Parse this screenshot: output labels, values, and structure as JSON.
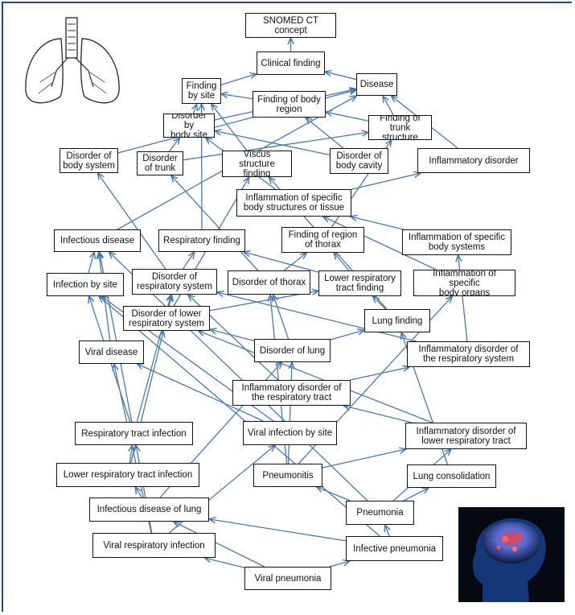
{
  "diagram": {
    "nodes": [
      {
        "id": "snomed",
        "label": "SNOMED CT concept"
      },
      {
        "id": "clinical",
        "label": "Clinical finding"
      },
      {
        "id": "disease",
        "label": "Disease"
      },
      {
        "id": "finding_site",
        "label": "Finding\nby site"
      },
      {
        "id": "finding_body_region",
        "label": "Finding of body\nregion"
      },
      {
        "id": "finding_trunk",
        "label": "Finding of trunk\nstructure"
      },
      {
        "id": "disorder_body_site",
        "label": "Disorder by\nbody site"
      },
      {
        "id": "disorder_body_system",
        "label": "Disorder of\nbody system"
      },
      {
        "id": "disorder_trunk",
        "label": "Disorder\nof trunk"
      },
      {
        "id": "viscus",
        "label": "Viscus structure\nfinding"
      },
      {
        "id": "disorder_body_cavity",
        "label": "Disorder of\nbody cavity"
      },
      {
        "id": "inflammatory_disorder",
        "label": "Inflammatory disorder"
      },
      {
        "id": "inflammation_tissue",
        "label": "Inflammation of  specific\nbody structures or tissue"
      },
      {
        "id": "infectious",
        "label": "Infectious disease"
      },
      {
        "id": "resp_finding",
        "label": "Respiratory finding"
      },
      {
        "id": "finding_thorax",
        "label": "Finding of region\nof thorax"
      },
      {
        "id": "inflammation_systems",
        "label": "Inflammation of  specific\nbody systems"
      },
      {
        "id": "infection_site",
        "label": "Infection by site"
      },
      {
        "id": "disorder_resp_system",
        "label": "Disorder of\nrespiratory system"
      },
      {
        "id": "disorder_thorax",
        "label": "Disorder of thorax"
      },
      {
        "id": "lower_resp_finding",
        "label": "Lower respiratory\ntract finding"
      },
      {
        "id": "inflammation_organs",
        "label": "Inflammation of  specific\nbody organs"
      },
      {
        "id": "disorder_lower_resp",
        "label": "Disorder of lower\nrespiratory system"
      },
      {
        "id": "lung_finding",
        "label": "Lung finding"
      },
      {
        "id": "viral_disease",
        "label": "Viral disease"
      },
      {
        "id": "disorder_lung",
        "label": "Disorder of lung"
      },
      {
        "id": "inflam_resp_system",
        "label": "Inflammatory disorder of\nthe respiratory system"
      },
      {
        "id": "inflam_resp_tract",
        "label": "Inflammatory disorder of\nthe respiratory tract"
      },
      {
        "id": "resp_tract_infection",
        "label": "Respiratory tract infection"
      },
      {
        "id": "viral_infection_site",
        "label": "Viral infection by site"
      },
      {
        "id": "inflam_lower_resp",
        "label": "Inflammatory disorder of\nlower respiratory tract"
      },
      {
        "id": "lower_resp_infection",
        "label": "Lower respiratory tract infection"
      },
      {
        "id": "pneumonitis",
        "label": "Pneumonitis"
      },
      {
        "id": "lung_consolidation",
        "label": "Lung consolidation"
      },
      {
        "id": "infectious_lung",
        "label": "Infectious disease of lung"
      },
      {
        "id": "pneumonia",
        "label": "Pneumonia"
      },
      {
        "id": "viral_resp_infection",
        "label": "Viral respiratory infection"
      },
      {
        "id": "infective_pneumonia",
        "label": "Infective pneumonia"
      },
      {
        "id": "viral_pneumonia",
        "label": "Viral pneumonia"
      }
    ],
    "edges": [
      [
        "clinical",
        "snomed"
      ],
      [
        "finding_site",
        "clinical"
      ],
      [
        "disease",
        "clinical"
      ],
      [
        "finding_body_region",
        "finding_site"
      ],
      [
        "disorder_body_site",
        "finding_site"
      ],
      [
        "finding_trunk",
        "finding_body_region"
      ],
      [
        "finding_trunk",
        "disease"
      ],
      [
        "inflammatory_disorder",
        "disease"
      ],
      [
        "disorder_body_site",
        "disease"
      ],
      [
        "disorder_body_system",
        "disease"
      ],
      [
        "disorder_trunk",
        "disorder_body_site"
      ],
      [
        "disorder_trunk",
        "finding_trunk"
      ],
      [
        "viscus",
        "finding_site"
      ],
      [
        "disorder_body_cavity",
        "finding_body_region"
      ],
      [
        "disorder_body_cavity",
        "disorder_body_site"
      ],
      [
        "inflammation_tissue",
        "inflammatory_disorder"
      ],
      [
        "inflammation_tissue",
        "disorder_body_site"
      ],
      [
        "inflammation_systems",
        "inflammation_tissue"
      ],
      [
        "inflammation_organs",
        "inflammation_tissue"
      ],
      [
        "infectious",
        "disease"
      ],
      [
        "resp_finding",
        "finding_site"
      ],
      [
        "finding_thorax",
        "finding_trunk"
      ],
      [
        "lower_resp_finding",
        "finding_thorax"
      ],
      [
        "lower_resp_finding",
        "resp_finding"
      ],
      [
        "disorder_thorax",
        "disorder_trunk"
      ],
      [
        "disorder_thorax",
        "finding_thorax"
      ],
      [
        "disorder_resp_system",
        "disorder_body_system"
      ],
      [
        "disorder_resp_system",
        "resp_finding"
      ],
      [
        "infection_site",
        "infectious"
      ],
      [
        "disorder_lower_resp",
        "disorder_resp_system"
      ],
      [
        "disorder_lower_resp",
        "lower_resp_finding"
      ],
      [
        "disorder_lung",
        "disorder_lower_resp"
      ],
      [
        "disorder_lung",
        "disorder_thorax"
      ],
      [
        "disorder_lung",
        "lung_finding"
      ],
      [
        "lung_finding",
        "lower_resp_finding"
      ],
      [
        "lung_finding",
        "viscus"
      ],
      [
        "viral_disease",
        "infectious"
      ],
      [
        "inflam_resp_system",
        "disorder_resp_system"
      ],
      [
        "inflam_resp_system",
        "inflammation_systems"
      ],
      [
        "inflam_resp_tract",
        "inflam_resp_system"
      ],
      [
        "inflam_resp_tract",
        "disorder_resp_system"
      ],
      [
        "resp_tract_infection",
        "infection_site"
      ],
      [
        "resp_tract_infection",
        "disorder_resp_system"
      ],
      [
        "resp_tract_infection",
        "infectious"
      ],
      [
        "viral_infection_site",
        "viral_disease"
      ],
      [
        "viral_infection_site",
        "infection_site"
      ],
      [
        "inflam_lower_resp",
        "inflam_resp_tract"
      ],
      [
        "inflam_lower_resp",
        "disorder_lower_resp"
      ],
      [
        "lower_resp_infection",
        "resp_tract_infection"
      ],
      [
        "lower_resp_infection",
        "disorder_lower_resp"
      ],
      [
        "pneumonitis",
        "disorder_lung"
      ],
      [
        "pneumonitis",
        "inflam_lower_resp"
      ],
      [
        "pneumonitis",
        "inflammation_organs"
      ],
      [
        "lung_consolidation",
        "lung_finding"
      ],
      [
        "infectious_lung",
        "lower_resp_infection"
      ],
      [
        "infectious_lung",
        "disorder_lung"
      ],
      [
        "pneumonia",
        "pneumonitis"
      ],
      [
        "pneumonia",
        "lung_consolidation"
      ],
      [
        "pneumonia",
        "inflam_lower_resp"
      ],
      [
        "pneumonia",
        "infectious"
      ],
      [
        "infective_pneumonia",
        "pneumonia"
      ],
      [
        "infective_pneumonia",
        "infectious_lung"
      ],
      [
        "viral_resp_infection",
        "resp_tract_infection"
      ],
      [
        "viral_resp_infection",
        "viral_infection_site"
      ],
      [
        "viral_resp_infection",
        "viral_disease"
      ],
      [
        "viral_pneumonia",
        "viral_resp_infection"
      ],
      [
        "viral_pneumonia",
        "infective_pneumonia"
      ],
      [
        "viral_pneumonia",
        "infectious_lung"
      ],
      [
        "infective_pneumonia",
        "infection_site"
      ],
      [
        "pneumonitis",
        "disorder_thorax"
      ],
      [
        "disorder_lower_resp",
        "viscus"
      ]
    ]
  },
  "colors": {
    "edge": "#4a78b0",
    "node_border": "#111111",
    "frame": "#1e4a78"
  },
  "images": {
    "lungs": "lungs-illustration",
    "brain": "brain-illustration"
  }
}
